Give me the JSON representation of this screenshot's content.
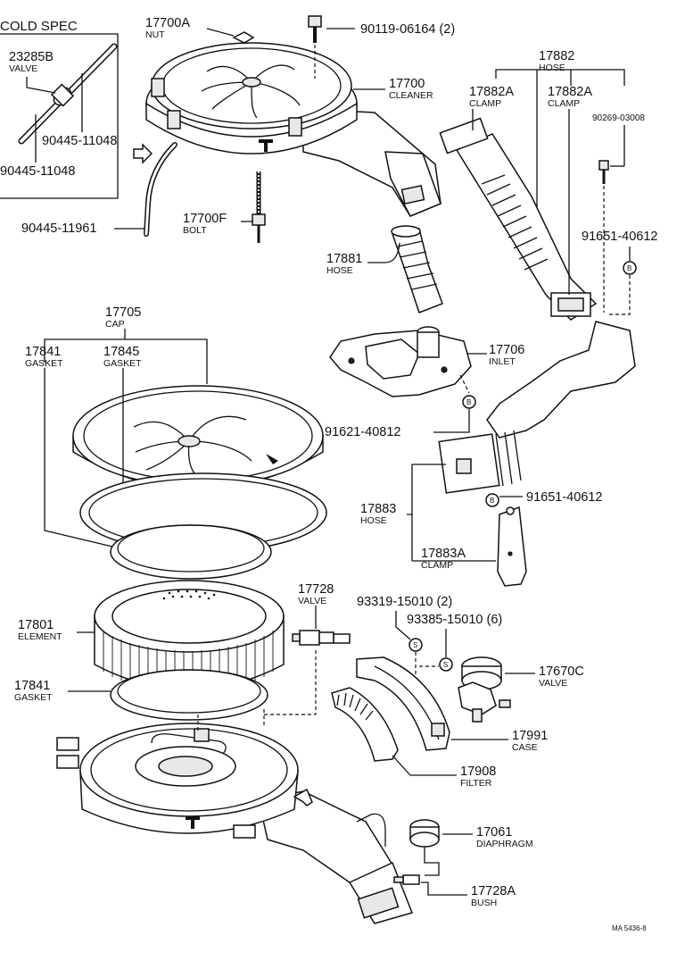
{
  "inset": {
    "title": "COLD SPEC"
  },
  "labels": {
    "p23285B": {
      "num": "23285B",
      "name": "VALVE"
    },
    "p90445_11048a": {
      "num": "90445-11048"
    },
    "p90445_11048b": {
      "num": "90445-11048"
    },
    "p90445_11961": {
      "num": "90445-11961"
    },
    "p17700A": {
      "num": "17700A",
      "name": "NUT"
    },
    "p90119": {
      "num": "90119-06164 (2)"
    },
    "p17700": {
      "num": "17700",
      "name": "CLEANER"
    },
    "p17700F": {
      "num": "17700F",
      "name": "BOLT"
    },
    "p17882": {
      "num": "17882",
      "name": "HOSE"
    },
    "p17882A_l": {
      "num": "17882A",
      "name": "CLAMP"
    },
    "p17882A_r": {
      "num": "17882A",
      "name": "CLAMP"
    },
    "p90269": {
      "num": "90269-03008"
    },
    "p91651_top": {
      "num": "91651-40612"
    },
    "p17881": {
      "num": "17881",
      "name": "HOSE"
    },
    "p17706": {
      "num": "17706",
      "name": "INLET"
    },
    "p91621": {
      "num": "91621-40812"
    },
    "p17705": {
      "num": "17705",
      "name": "CAP"
    },
    "p17841_top": {
      "num": "17841",
      "name": "GASKET"
    },
    "p17845": {
      "num": "17845",
      "name": "GASKET"
    },
    "p17883": {
      "num": "17883",
      "name": "HOSE"
    },
    "p91651_bot": {
      "num": "91651-40612"
    },
    "p17883A": {
      "num": "17883A",
      "name": "CLAMP"
    },
    "p17728": {
      "num": "17728",
      "name": "VALVE"
    },
    "p93319": {
      "num": "93319-15010 (2)"
    },
    "p93385": {
      "num": "93385-15010 (6)"
    },
    "p17801": {
      "num": "17801",
      "name": "ELEMENT"
    },
    "p17670C": {
      "num": "17670C",
      "name": "VALVE"
    },
    "p17841_bot": {
      "num": "17841",
      "name": "GASKET"
    },
    "p17991": {
      "num": "17991",
      "name": "CASE"
    },
    "p17908": {
      "num": "17908",
      "name": "FILTER"
    },
    "p17061": {
      "num": "17061",
      "name": "DIAPHRAGM"
    },
    "p17728A": {
      "num": "17728A",
      "name": "BUSH"
    }
  },
  "callouts": {
    "b": "B",
    "s": "S"
  },
  "footer": {
    "code": "MA 5436-8"
  }
}
